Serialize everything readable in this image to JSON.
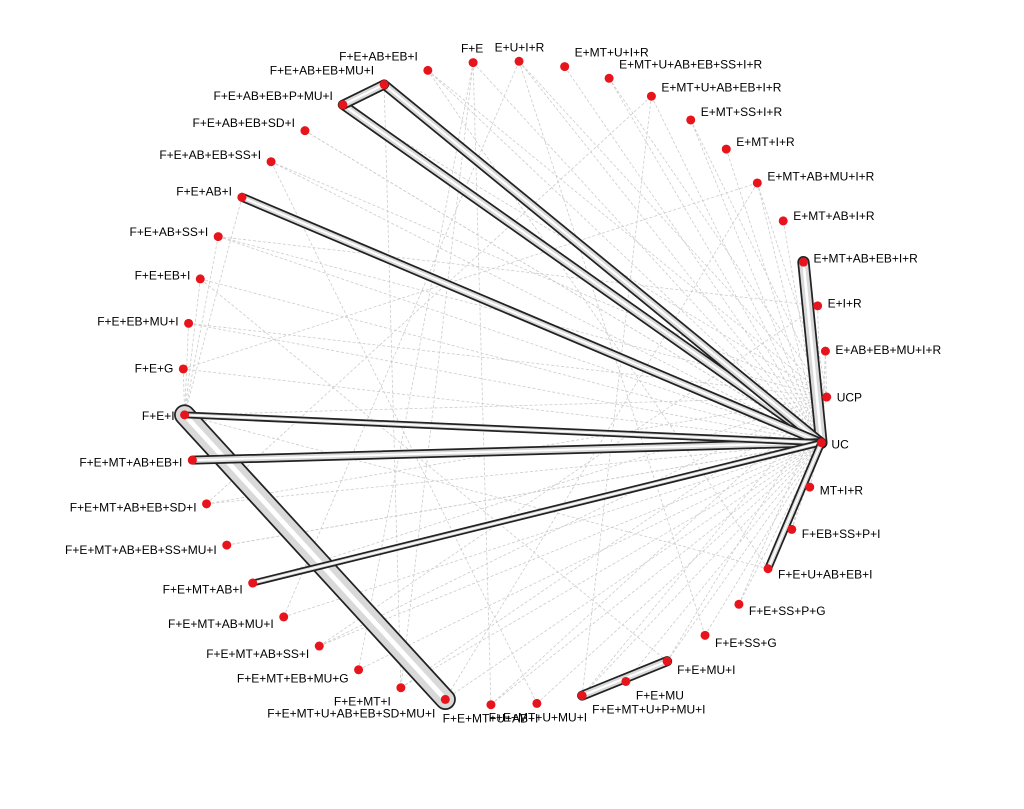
{
  "diagram": {
    "type": "network",
    "node_color": "#e8141b",
    "nodes": [
      "E+U+I+R",
      "E+MT+U+I+R",
      "E+MT+U+AB+EB+SS+I+R",
      "E+MT+U+AB+EB+I+R",
      "E+MT+SS+I+R",
      "E+MT+I+R",
      "E+MT+AB+MU+I+R",
      "E+MT+AB+I+R",
      "E+MT+AB+EB+I+R",
      "E+I+R",
      "E+AB+EB+MU+I+R",
      "UCP",
      "UC",
      "MT+I+R",
      "F+EB+SS+P+I",
      "F+E+U+AB+EB+I",
      "F+E+SS+P+G",
      "F+E+SS+G",
      "F+E+MU+I",
      "F+E+MU",
      "F+E+MT+U+P+MU+I",
      "F+E+MT+U+MU+I",
      "F+E+MT+U+AB+I",
      "F+E+MT+U+AB+EB+SD+MU+I",
      "F+E+MT+I",
      "F+E+MT+EB+MU+G",
      "F+E+MT+AB+SS+I",
      "F+E+MT+AB+MU+I",
      "F+E+MT+AB+I",
      "F+E+MT+AB+EB+SS+MU+I",
      "F+E+MT+AB+EB+SD+I",
      "F+E+MT+AB+EB+I",
      "F+E+I",
      "F+E+G",
      "F+E+EB+MU+I",
      "F+E+EB+I",
      "F+E+AB+SS+I",
      "F+E+AB+I",
      "F+E+AB+EB+SS+I",
      "F+E+AB+EB+SD+I",
      "F+E+AB+EB+P+MU+I",
      "F+E+AB+EB+MU+I",
      "F+E+AB+EB+I",
      "F+E"
    ],
    "thick_edges": [
      {
        "from": "F+E+I",
        "to": "F+E+MT+U+AB+EB+SD+MU+I",
        "weight": 8
      },
      {
        "from": "E+MT+AB+EB+I+R",
        "to": "UC",
        "weight": 4
      },
      {
        "from": "F+E+AB+EB+P+MU+I",
        "to": "UC",
        "weight": 3
      },
      {
        "from": "F+E+AB+EB+MU+I",
        "to": "UC",
        "weight": 3
      },
      {
        "from": "F+E+AB+EB+P+MU+I",
        "to": "F+E+AB+EB+MU+I",
        "weight": 3
      },
      {
        "from": "F+E+AB+I",
        "to": "UC",
        "weight": 2.5
      },
      {
        "from": "F+E+MT+AB+EB+I",
        "to": "UC",
        "weight": 2.5
      },
      {
        "from": "F+E+I",
        "to": "UC",
        "weight": 1.5
      },
      {
        "from": "F+E+MT+AB+I",
        "to": "UC",
        "weight": 1.5
      },
      {
        "from": "F+E+U+AB+EB+I",
        "to": "UC",
        "weight": 2
      },
      {
        "from": "F+E+MT+U+P+MU+I",
        "to": "F+E+MU+I",
        "weight": 3
      }
    ]
  }
}
